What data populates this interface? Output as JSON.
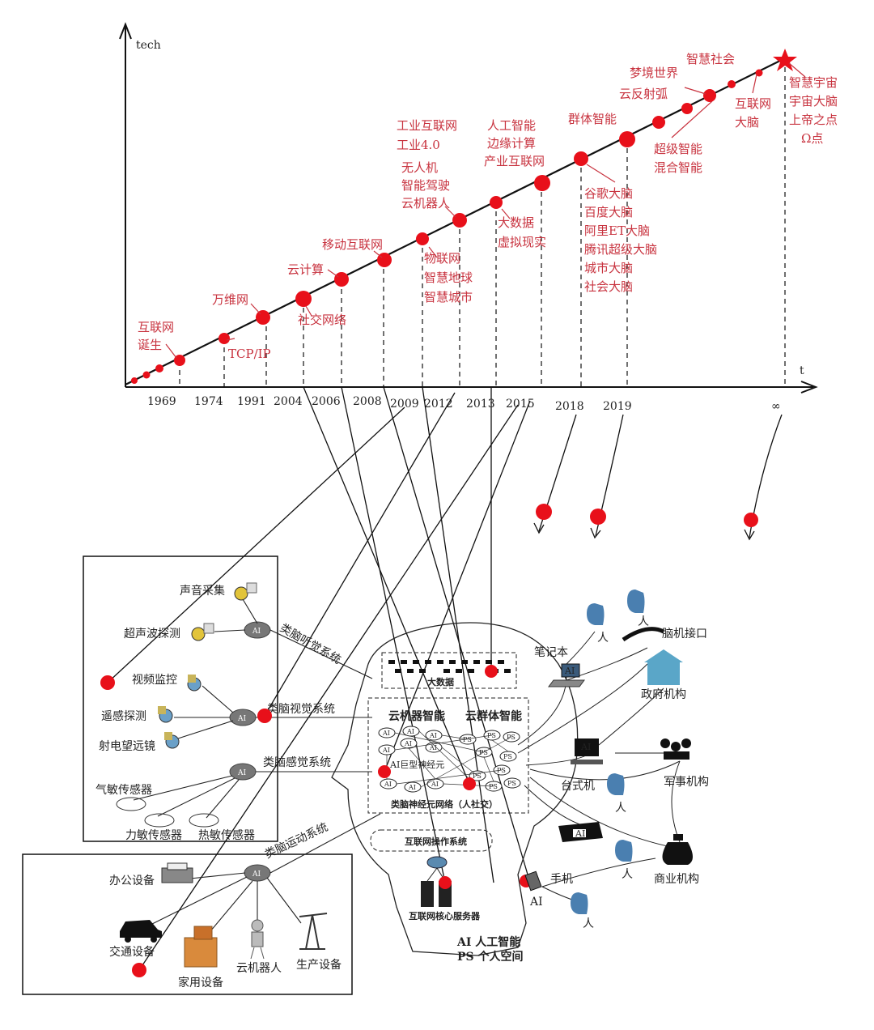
{
  "axes": {
    "y_label": "tech",
    "x_label": "t"
  },
  "years": [
    "1969",
    "1974",
    "1991",
    "2004",
    "2006",
    "2008",
    "2009",
    "2012",
    "2013",
    "2015",
    "2018",
    "2019",
    "∞"
  ],
  "milestones": [
    {
      "id": "m1",
      "lines": [
        "互联网",
        "诞生"
      ]
    },
    {
      "id": "m2",
      "lines": [
        "TCP/IP"
      ]
    },
    {
      "id": "m3",
      "lines": [
        "万维网"
      ]
    },
    {
      "id": "m4",
      "lines": [
        "社交网络"
      ]
    },
    {
      "id": "m5",
      "lines": [
        "云计算"
      ]
    },
    {
      "id": "m6",
      "lines": [
        "移动互联网"
      ]
    },
    {
      "id": "m7",
      "lines": [
        "物联网",
        "智慧地球",
        "智慧城市"
      ]
    },
    {
      "id": "m8",
      "lines": [
        "工业互联网",
        "工业4.0"
      ]
    },
    {
      "id": "m9",
      "lines": [
        "无人机",
        "智能驾驶",
        "云机器人"
      ]
    },
    {
      "id": "m10",
      "lines": [
        "大数据",
        "虚拟现实"
      ]
    },
    {
      "id": "m11",
      "lines": [
        "人工智能",
        "边缘计算",
        "产业互联网"
      ]
    },
    {
      "id": "m12",
      "lines": [
        "谷歌大脑",
        "百度大脑",
        "阿里ET大脑",
        "腾讯超级大脑",
        "城市大脑",
        "社会大脑"
      ]
    },
    {
      "id": "m13",
      "lines": [
        "群体智能"
      ]
    },
    {
      "id": "m14",
      "lines": [
        "超级智能",
        "混合智能"
      ]
    },
    {
      "id": "m15",
      "lines": [
        "云反射弧"
      ]
    },
    {
      "id": "m16",
      "lines": [
        "梦境世界"
      ]
    },
    {
      "id": "m17",
      "lines": [
        "智慧社会"
      ]
    },
    {
      "id": "m18",
      "lines": [
        "互联网",
        "大脑"
      ]
    },
    {
      "id": "m19",
      "lines": [
        "智慧宇宙",
        "宇宙大脑",
        "上帝之点",
        "Ω点"
      ]
    }
  ],
  "sensors": {
    "sound": "声音采集",
    "ultrasonic": "超声波探测",
    "video": "视频监控",
    "remote": "遥感探测",
    "telescope": "射电望远镜",
    "gas": "气敏传感器",
    "force": "力敏传感器",
    "heat": "热敏传感器"
  },
  "devices": {
    "office": "办公设备",
    "traffic": "交通设备",
    "home": "家用设备",
    "robot": "云机器人",
    "production": "生产设备"
  },
  "systems": {
    "hearing": "类脑听觉系统",
    "vision": "类脑视觉系统",
    "sensing": "类脑感觉系统",
    "motion": "类脑运动系统"
  },
  "brain": {
    "big_data": "大数据",
    "cloud_robot": "云机器智能",
    "cloud_group": "云群体智能",
    "giant_neuron": "AI巨型神经元",
    "neural_net": "类脑神经元网络（人社交）",
    "os": "互联网操作系统",
    "core_servers": "互联网核心服务器",
    "ai_node": "AI",
    "ps_node": "PS"
  },
  "right": {
    "laptop": "笔记本",
    "bci": "脑机接口",
    "gov": "政府机构",
    "desktop": "台式机",
    "military": "军事机构",
    "commerce": "商业机构",
    "phone": "手机",
    "person": "人",
    "ai_tag": "AI"
  },
  "legend": {
    "ai": "AI 人工智能",
    "ps": "PS 个人空间"
  },
  "colors": {
    "accent": "#c8333f",
    "dot": "#e8101a",
    "line": "#111111"
  }
}
